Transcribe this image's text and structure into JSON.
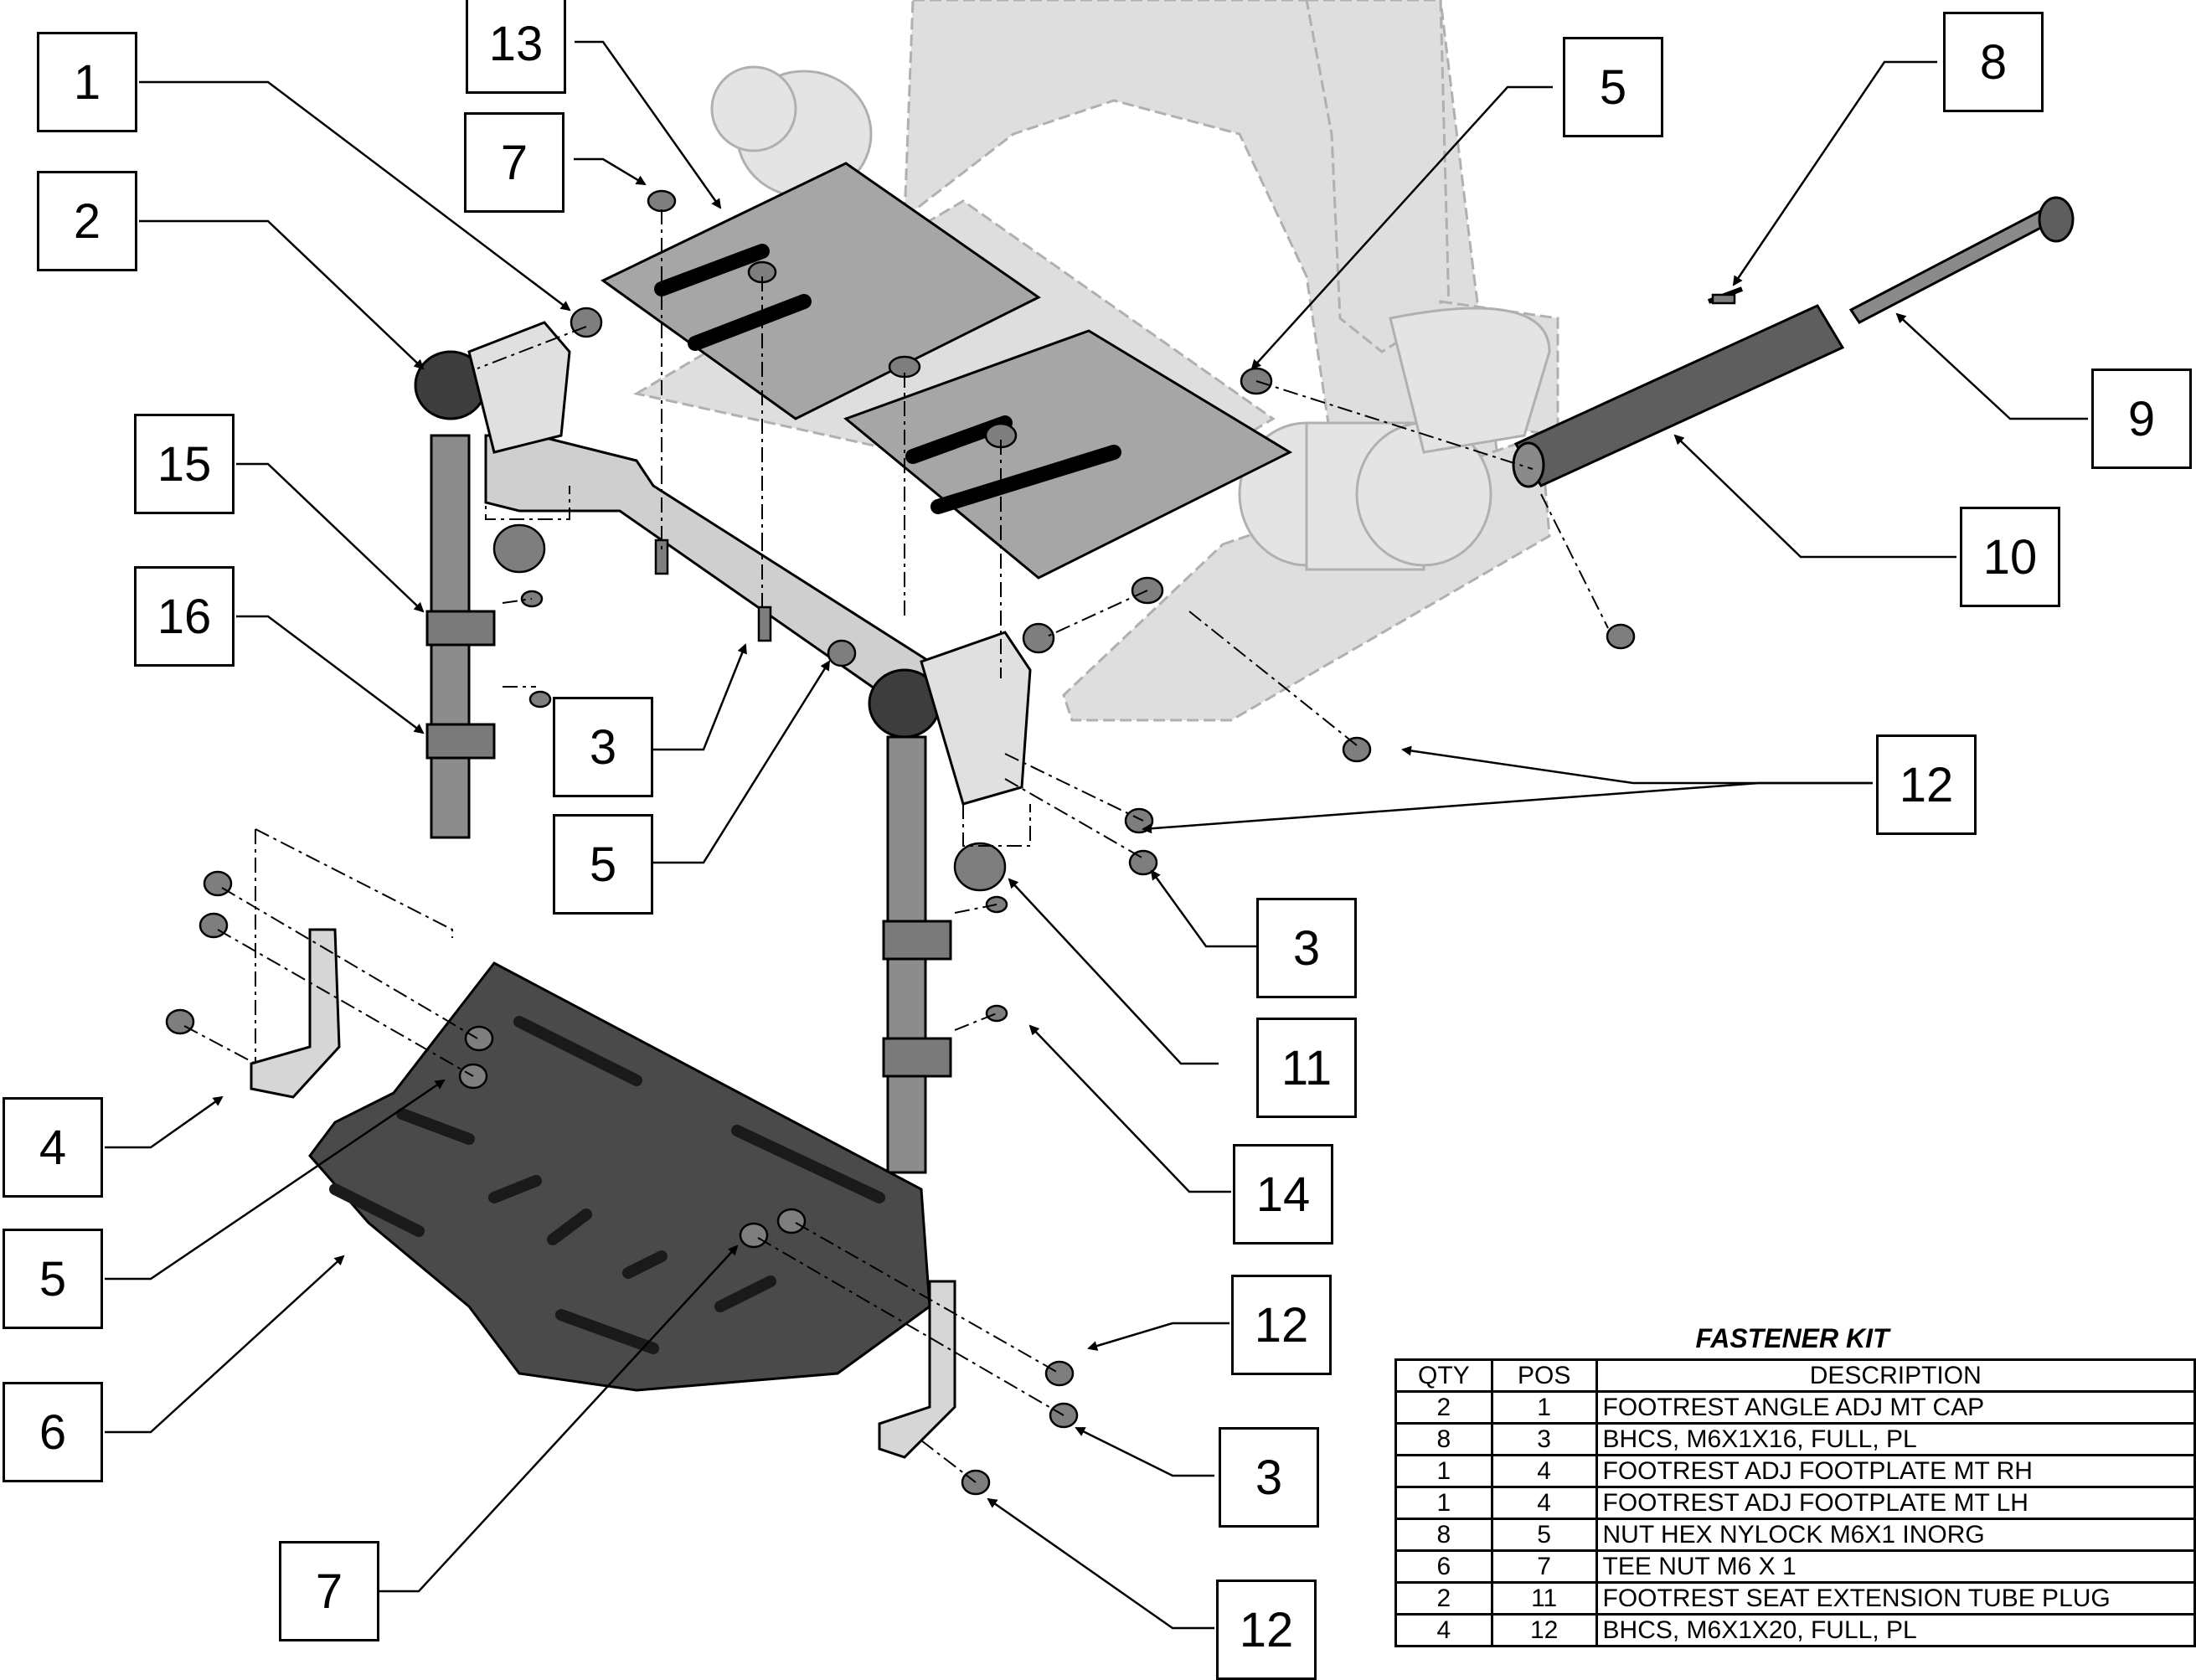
{
  "callouts": [
    "1",
    "2",
    "3",
    "4",
    "5",
    "6",
    "7",
    "8",
    "9",
    "10",
    "11",
    "12",
    "13",
    "14",
    "15",
    "16"
  ],
  "fastener_kit": {
    "title": "FASTENER KIT",
    "columns": [
      "QTY",
      "POS",
      "DESCRIPTION"
    ],
    "rows": [
      {
        "qty": "2",
        "pos": "1",
        "description": "FOOTREST ANGLE ADJ MT CAP"
      },
      {
        "qty": "8",
        "pos": "3",
        "description": "BHCS, M6X1X16, FULL, PL"
      },
      {
        "qty": "1",
        "pos": "4",
        "description": "FOOTREST ADJ FOOTPLATE MT RH"
      },
      {
        "qty": "1",
        "pos": "4",
        "description": "FOOTREST ADJ FOOTPLATE MT LH"
      },
      {
        "qty": "8",
        "pos": "5",
        "description": "NUT HEX NYLOCK M6X1 INORG"
      },
      {
        "qty": "6",
        "pos": "7",
        "description": "TEE NUT M6 X 1"
      },
      {
        "qty": "2",
        "pos": "11",
        "description": "FOOTREST SEAT EXTENSION TUBE PLUG"
      },
      {
        "qty": "4",
        "pos": "12",
        "description": "BHCS, M6X1X20, FULL, PL"
      }
    ]
  },
  "colors": {
    "line": "#000000",
    "ghost_fill": "#d9d9d9",
    "ghost_stroke": "#b5b5b5",
    "plate_fill": "#9a9a9a",
    "footplate_fill": "#4a4a4a",
    "tube_fill": "#5e5e5e"
  }
}
